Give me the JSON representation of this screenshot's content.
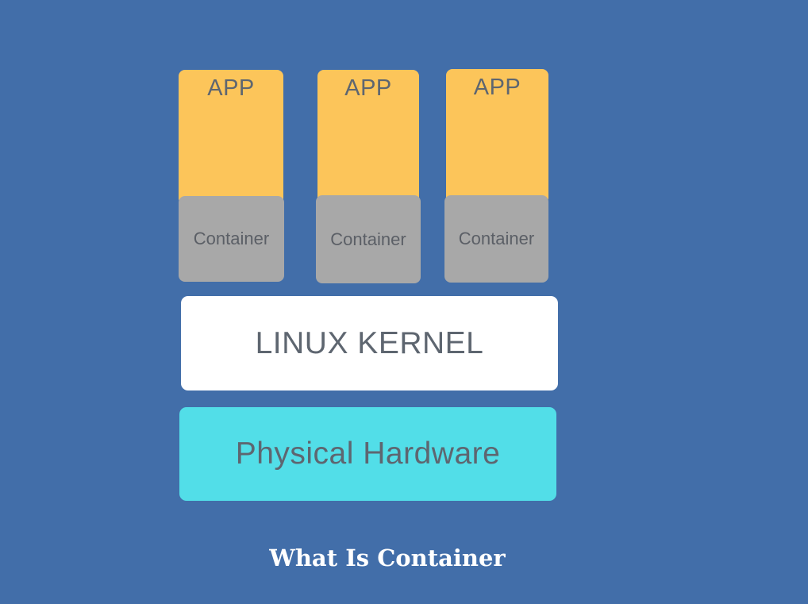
{
  "stacks": [
    {
      "app_label": "APP",
      "container_label": "Container"
    },
    {
      "app_label": "APP",
      "container_label": "Container"
    },
    {
      "app_label": "APP",
      "container_label": "Container"
    }
  ],
  "kernel_label": "LINUX KERNEL",
  "hardware_label": "Physical Hardware",
  "caption": "What Is Container",
  "colors": {
    "background": "#426EA9",
    "app": "#FCC55A",
    "container": "#A8A8A8",
    "kernel": "#FFFFFF",
    "hardware": "#52DEE8",
    "label_text": "#5E6670",
    "caption_text": "#FFFFFF"
  }
}
